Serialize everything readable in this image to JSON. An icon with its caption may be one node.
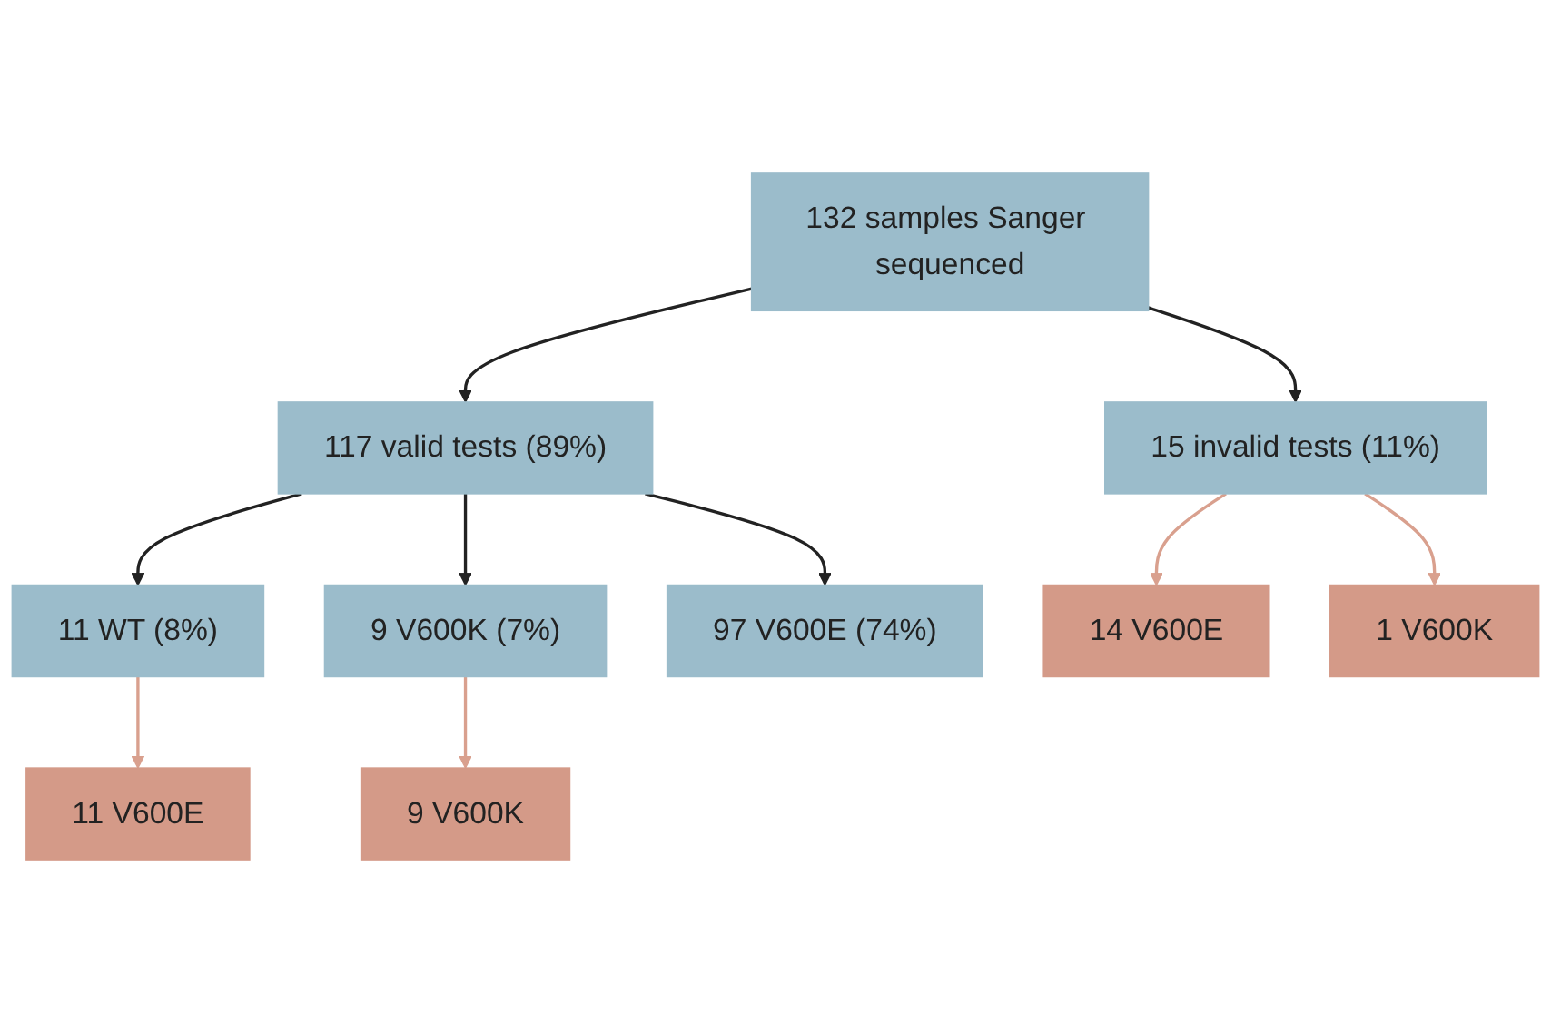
{
  "diagram": {
    "nodes": [
      {
        "text": [
          "132 samples Sanger sequenced"
        ]
      },
      {
        "text": [
          "117 valid tests (89%)"
        ]
      },
      {
        "text": [
          "15 invalid tests (11%)"
        ]
      },
      {
        "text": [
          "11 WT (8%)"
        ]
      },
      {
        "text": [
          "11 V600E"
        ]
      },
      {
        "text": [
          "9 V600K (7%)"
        ]
      },
      {
        "text": [
          "9 V600K"
        ]
      },
      {
        "text": [
          "97 V600E (74%)"
        ]
      },
      {
        "text": [
          "14 V600E"
        ]
      },
      {
        "text": [
          "1 V600K"
        ]
      }
    ],
    "edges": [
      {
        "from": 0,
        "to": 1,
        "arrow": "to"
      },
      {
        "from": 0,
        "to": 2,
        "arrow": "to"
      },
      {
        "from": 1,
        "to": 3,
        "arrow": "to"
      },
      {
        "from": 1,
        "to": 5,
        "arrow": "to"
      },
      {
        "from": 1,
        "to": 7,
        "arrow": "to"
      },
      {
        "from": 3,
        "to": 4,
        "arrow": "to",
        "color": "#d9a08e"
      },
      {
        "from": 5,
        "to": 6,
        "arrow": "to",
        "color": "#d9a08e"
      },
      {
        "from": 2,
        "to": 8,
        "arrow": "to",
        "color": "#d9a08e"
      },
      {
        "from": 2,
        "to": 9,
        "arrow": "to",
        "color": "#d9a08e"
      }
    ]
  }
}
